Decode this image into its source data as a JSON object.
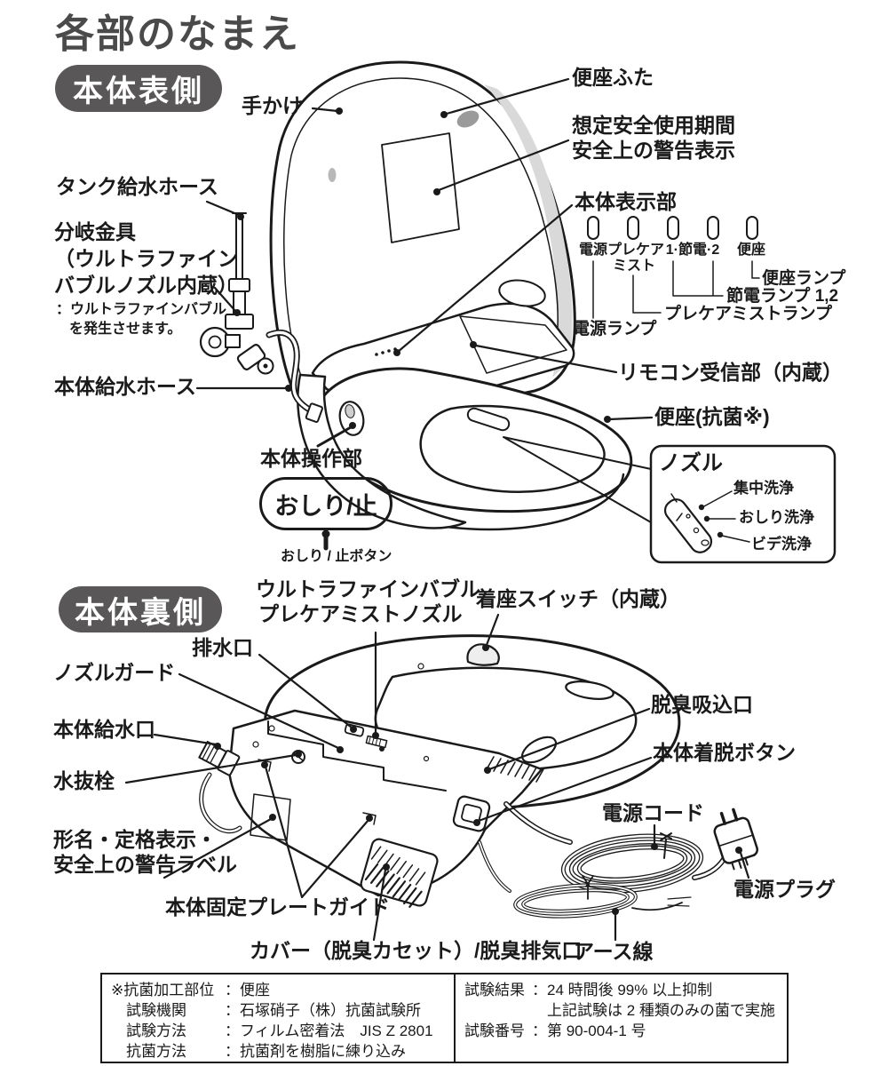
{
  "page": {
    "title": "各部のなまえ"
  },
  "colors": {
    "ink": "#1a1a1a",
    "badge_bg": "#595757",
    "title": "#4a4a4a"
  },
  "front": {
    "badge": "本体表側",
    "labels": {
      "tekake": "手かけ",
      "lid": "便座ふた",
      "safety_line1": "想定安全使用期間",
      "safety_line2": "安全上の警告表示",
      "display": "本体表示部",
      "lamp_power": "電源",
      "lamp_precare_1": "プレケア",
      "lamp_precare_2": "ミスト",
      "lamp_setsuden": "1·節電·2",
      "lamp_benza": "便座",
      "callout_benza_lamp": "便座ランプ",
      "callout_setsuden_lamp": "節電ランプ 1,2",
      "callout_precare_lamp": "プレケアミストランプ",
      "callout_power_lamp": "電源ランプ",
      "remote": "リモコン受信部（内蔵）",
      "seat": "便座(抗菌※)",
      "nozzle_title": "ノズル",
      "nozzle_spot": "集中洗浄",
      "nozzle_oshiri": "おしり洗浄",
      "nozzle_bidet": "ビデ洗浄",
      "tank_hose": "タンク給水ホース",
      "bunki_line1": "分岐金具",
      "bunki_line2": "（ウルトラファイン",
      "bunki_line3": "バブルノズル内蔵）",
      "bunki_note1": "：ウルトラファインバブル",
      "bunki_note2": "を発生させます。",
      "body_hose": "本体給水ホース",
      "control": "本体操作部",
      "button_pill": "おしり/止",
      "button_label": "おしり / 止ボタン"
    }
  },
  "back": {
    "badge": "本体裏側",
    "labels": {
      "ufb_line1": "ウルトラファインバブル",
      "ufb_line2": "プレケアミストノズル",
      "seat_switch": "着座スイッチ（内蔵）",
      "drain": "排水口",
      "nozzle_guard": "ノズルガード",
      "water_inlet": "本体給水口",
      "drain_plug": "水抜栓",
      "deodor_inlet": "脱臭吸込口",
      "detach_button": "本体着脱ボタン",
      "rating_line1": "形名・定格表示・",
      "rating_line2": "安全上の警告ラベル",
      "plate_guide": "本体固定プレートガイド",
      "cover": "カバー（脱臭カセット）/脱臭排気口",
      "power_cord": "電源コード",
      "power_plug": "電源プラグ",
      "earth": "アース線"
    }
  },
  "table": {
    "separator": "：",
    "left": [
      {
        "label": "※抗菌加工部位",
        "value": "便座"
      },
      {
        "label": "試験機関",
        "value": "石塚硝子（株）抗菌試験所"
      },
      {
        "label": "試験方法",
        "value": "フィルム密着法　JIS Z 2801"
      },
      {
        "label": "抗菌方法",
        "value": "抗菌剤を樹脂に練り込み"
      }
    ],
    "right": [
      {
        "label": "試験結果",
        "value": "24 時間後 99% 以上抑制"
      },
      {
        "label": "",
        "value": "上記試験は 2 種類のみの菌で実施"
      },
      {
        "label": "試験番号",
        "value": "第 90-004-1 号"
      }
    ]
  }
}
